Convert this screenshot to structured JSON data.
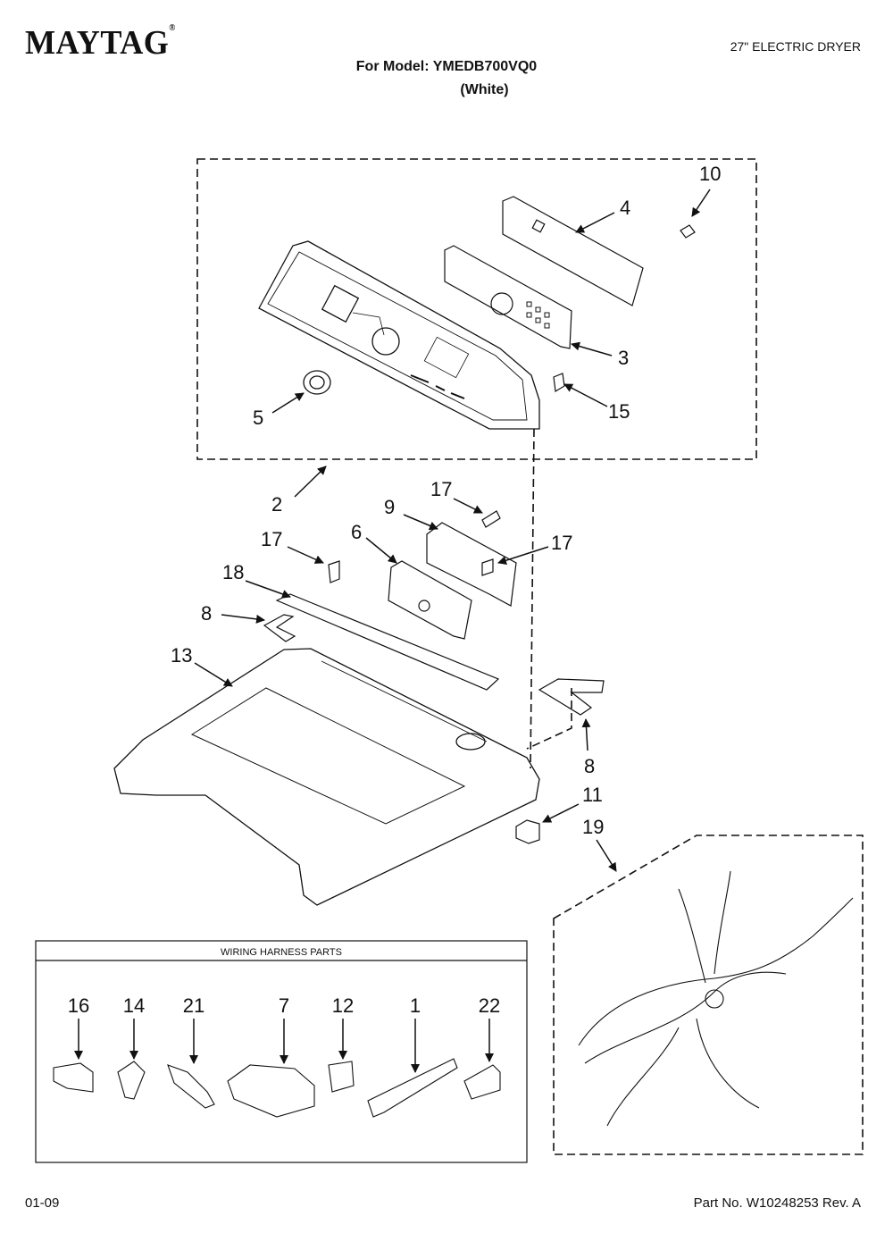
{
  "header": {
    "brand": "MAYTAG",
    "brand_mark": "®",
    "product_type": "27\" ELECTRIC DRYER",
    "model_line": "For Model: YMEDB700VQ0",
    "color_line": "(White)"
  },
  "diagram": {
    "callouts": {
      "c10": "10",
      "c4": "4",
      "c3": "3",
      "c15": "15",
      "c5": "5",
      "c2": "2",
      "c17a": "17",
      "c9": "9",
      "c6": "6",
      "c17b": "17",
      "c17c": "17",
      "c18": "18",
      "c8a": "8",
      "c13": "13",
      "c8b": "8",
      "c11": "11",
      "c19": "19"
    }
  },
  "wiring_box": {
    "title": "WIRING HARNESS PARTS",
    "parts": [
      "16",
      "14",
      "21",
      "7",
      "12",
      "1",
      "22"
    ]
  },
  "footer": {
    "date": "01-09",
    "part_number": "Part No. W10248253 Rev. A"
  }
}
